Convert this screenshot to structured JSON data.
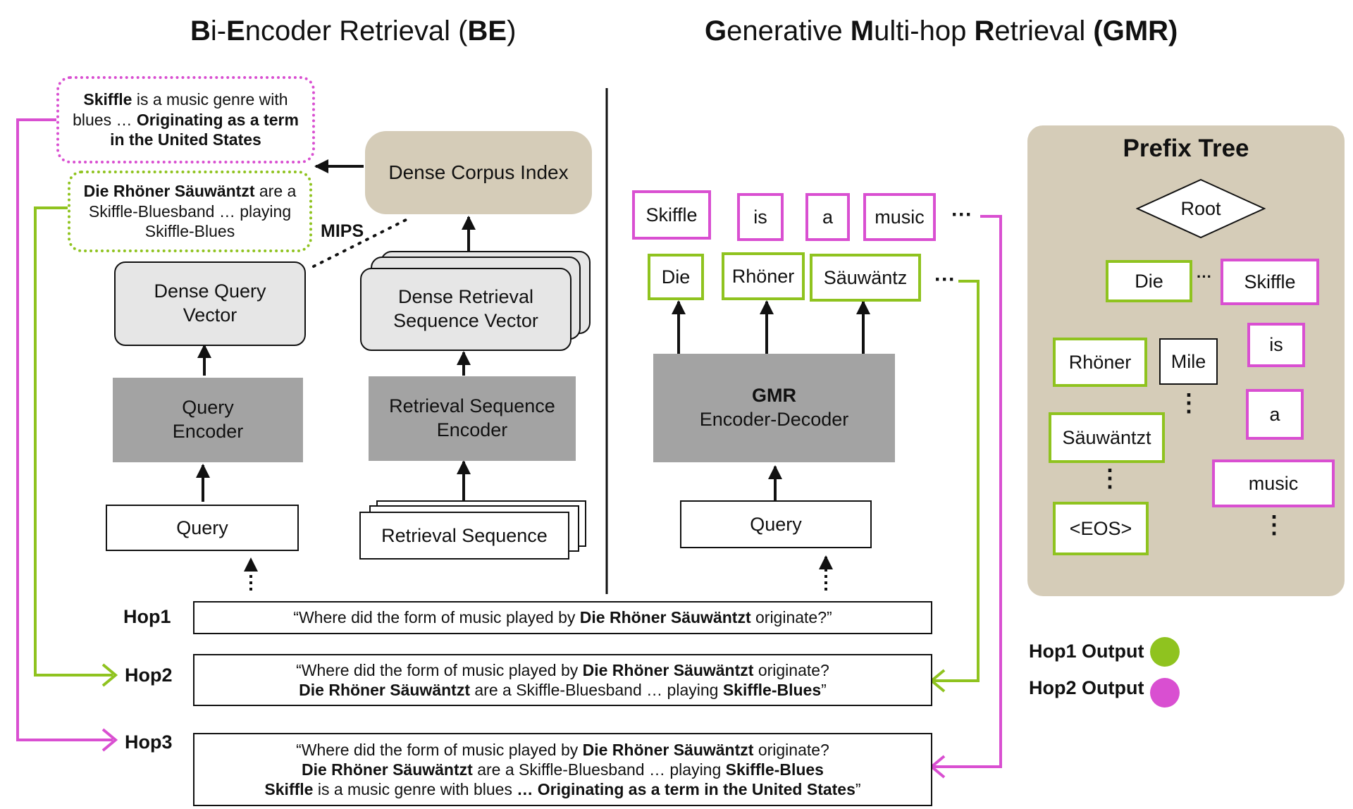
{
  "titles": {
    "be": {
      "b1": "B",
      "t1": "i-",
      "b2": "E",
      "t2": "ncoder Retrieval (",
      "b3": "BE",
      "t3": ")"
    },
    "gmr": {
      "b1": "G",
      "t1": "enerative ",
      "b2": "M",
      "t2": "ulti-hop ",
      "b3": "R",
      "t3": "etrieval ",
      "b4": "(GMR)"
    }
  },
  "be": {
    "quote_hop2": {
      "b1": "Skiffle",
      "t1": " is a music genre with blues … ",
      "b2": "Originating as a term in the United States"
    },
    "quote_hop1": {
      "b1": "Die Rhöner Säuwäntzt",
      "t1": " are a Skiffle-Bluesband … playing Skiffle-Blues"
    },
    "dense_corpus_index": "Dense Corpus Index",
    "mips": "MIPS",
    "dense_query_vector": "Dense Query Vector",
    "dense_retrieval_sequence_vector": "Dense Retrieval Sequence Vector",
    "query_encoder": "Query Encoder",
    "retrieval_sequence_encoder": "Retrieval Sequence Encoder",
    "query": "Query",
    "retrieval_sequence": "Retrieval Sequence"
  },
  "gmr": {
    "tokens_hop2": [
      "Skiffle",
      "is",
      "a",
      "music"
    ],
    "tokens_hop1": [
      "Die",
      "Rhöner",
      "Säuwäntz"
    ],
    "ellipsis": "···",
    "model_bold": "GMR",
    "model_rest": "Encoder-Decoder",
    "query": "Query"
  },
  "prefix_tree": {
    "title": "Prefix Tree",
    "root": "Root",
    "die": "Die",
    "rhoner": "Rhöner",
    "mile": "Mile",
    "sauwantzt": "Säuwäntzt",
    "eos": "<EOS>",
    "skiffle": "Skiffle",
    "is": "is",
    "a": "a",
    "music": "music",
    "hdots": "···",
    "vdots": "⋮"
  },
  "hops": {
    "hop1": {
      "label": "Hop1",
      "t1": "“Where did the form of music played by  ",
      "b1": "Die Rhöner Säuwäntzt",
      "t2": " originate?”"
    },
    "hop2": {
      "label": "Hop2",
      "l1_t1": "“Where did the form of music played by  ",
      "l1_b1": "Die Rhöner Säuwäntzt",
      "l1_t2": " originate?",
      "l2_b1": "Die Rhöner Säuwäntzt",
      "l2_t1": "  are a Skiffle-Bluesband … playing ",
      "l2_b2": "Skiffle-Blues",
      "l2_t2": "”"
    },
    "hop3": {
      "label": "Hop3",
      "l1_t1": "“Where did the form of music played by  ",
      "l1_b1": "Die Rhöner Säuwäntzt",
      "l1_t2": " originate?",
      "l2_b1": "Die Rhöner Säuwäntzt",
      "l2_t1": "  are a Skiffle-Bluesband … playing ",
      "l2_b2": "Skiffle-Blues",
      "l3_b1": "Skiffle",
      "l3_t1": " is a music genre with blues ",
      "l3_b2": "… Originating as a term in the United States",
      "l3_t2": "”"
    }
  },
  "legend": {
    "hop1_output": "Hop1 Output",
    "hop2_output": "Hop2 Output"
  },
  "colors": {
    "green": "#8fc31f",
    "magenta": "#d94fd1",
    "tan": "#d5ccb8",
    "dark_gray": "#a3a3a3",
    "light_gray": "#e6e6e6"
  }
}
